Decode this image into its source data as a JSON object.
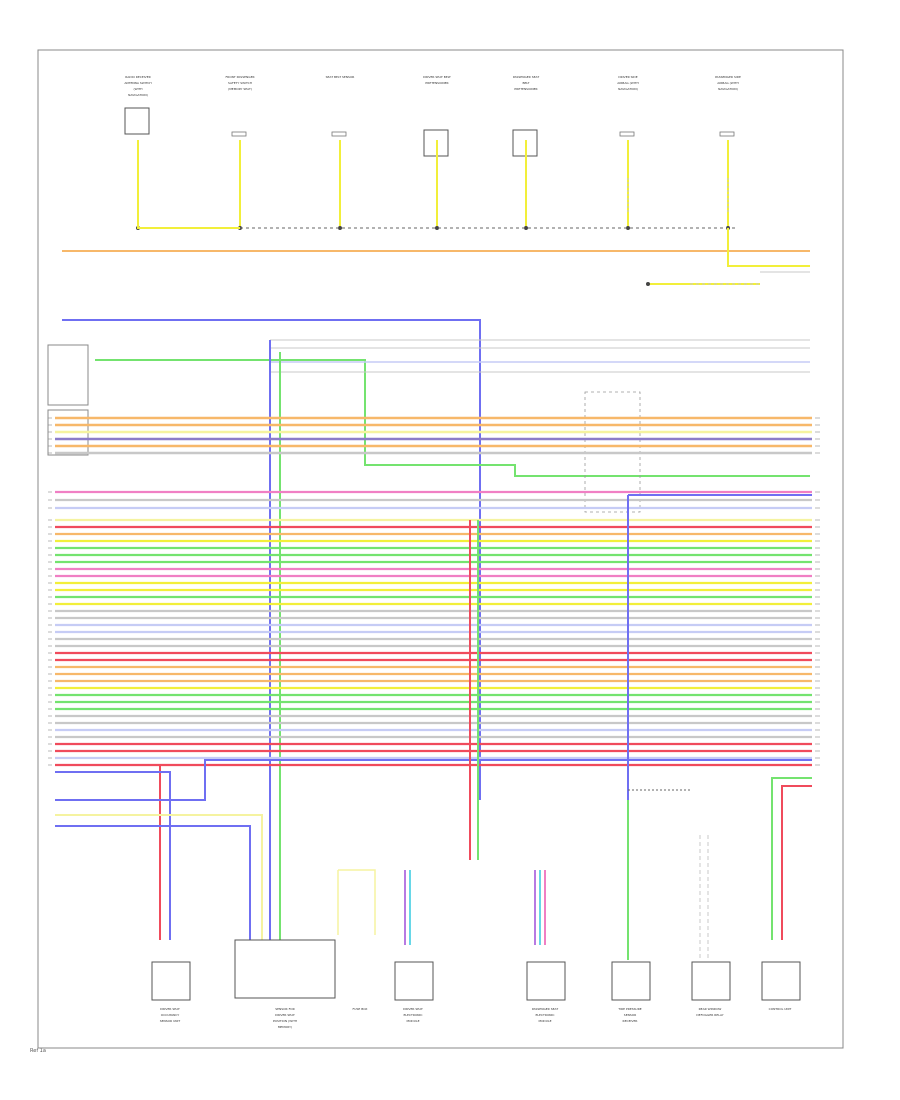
{
  "page_code": "Ref 1a",
  "top_components": [
    "RADIO RECEIVER ANTENNA SWITCH (WITH NAVIGATION)",
    "FRONT PASSENGER SAFETY SWITCH (MEMORY SEAT)",
    "SEAT BELT SENSOR",
    "DRIVER SEAT BELT PRETENSIONER",
    "PASSENGER SEAT BELT PRETENSIONER",
    "DRIVER SIDE AIRBAG (WITH NAVIGATION)",
    "PASSENGER SIDE AIRBAG (WITH NAVIGATION)"
  ],
  "bottom_components": [
    "DRIVER SEAT OCCUPANCY SENSOR UNIT",
    "SENSOR FOR DRIVER SEAT POSITION (WITH MEMORY)",
    "FUSE BOX",
    "DRIVER SEAT ELECTRONIC MODULE",
    "PASSENGER SEAT ELECTRONIC MODULE",
    "TIRE PRESSURE SENSOR RECEIVER",
    "REAR WINDOW DEFOGGER RELAY",
    "CONTROL UNIT"
  ],
  "colors": {
    "yellow": "#f2ef3a",
    "orange": "#f7b86a",
    "blue": "#6f6ff2",
    "green": "#74e36f",
    "red": "#f04b5c",
    "pink": "#f07fc4",
    "violet": "#b77ae3",
    "cyan": "#67d7e8",
    "gray": "#c8c8c8",
    "brown": "#c59b72",
    "lightyellow": "#f5f3a0",
    "lightblue": "#c6ccf5"
  }
}
